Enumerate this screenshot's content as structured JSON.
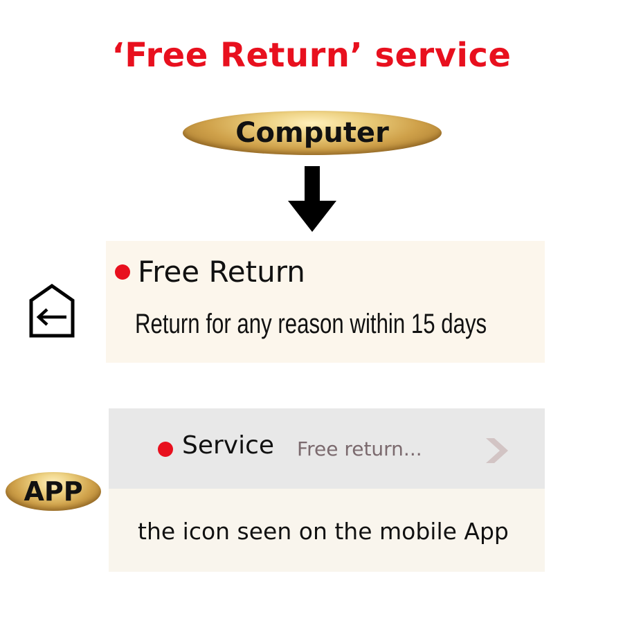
{
  "title": "‘Free Return’ service",
  "computer_section": {
    "label": "Computer",
    "heading": "Free Return",
    "description": "Return for any reason within 15 days",
    "icon": "return-home-icon"
  },
  "app_section": {
    "label": "APP",
    "service_label": "Service",
    "service_value": "Free return...",
    "caption": "the icon seen on the mobile App",
    "chevron_icon": "chevron-right-icon"
  },
  "colors": {
    "accent_red": "#e8101e",
    "gold": "#cfa14a",
    "panel_cream": "#fcf6ec",
    "panel_gray": "#e8e8e8"
  }
}
